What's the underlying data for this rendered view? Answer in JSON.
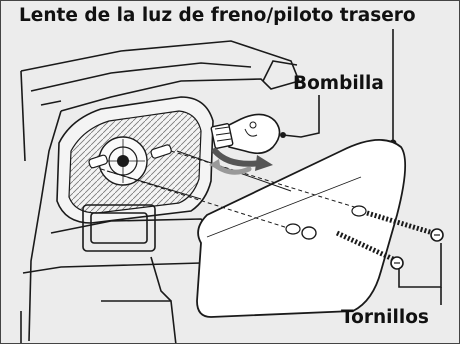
{
  "labels": {
    "lens": "Lente de la luz de freno/piloto trasero",
    "bulb": "Bombilla",
    "screws": "Tornillos"
  },
  "colors": {
    "background": "#ececec",
    "line": "#1a1a1a",
    "lens_fill": "#ffffff"
  },
  "icons": [
    "bulb-icon",
    "rotation-arrow-icon",
    "screw-icon",
    "lens-shape",
    "lamp-housing"
  ]
}
